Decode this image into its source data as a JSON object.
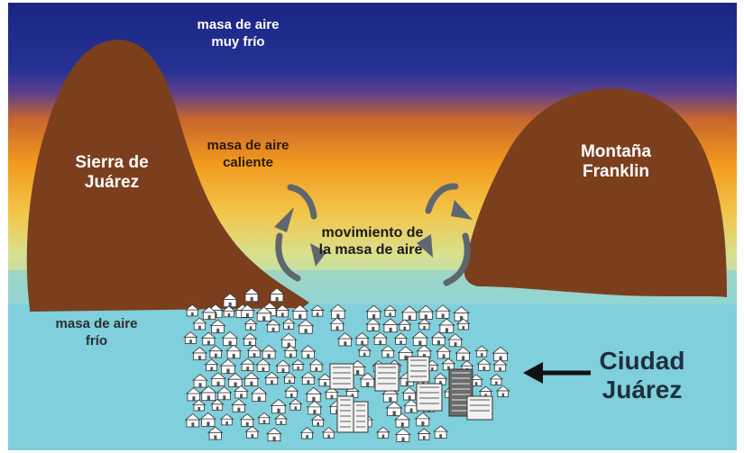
{
  "labels": {
    "cold_air_top_line1": "masa de aire",
    "cold_air_top_line2": "muy frío",
    "warm_air_line1": "masa de aire",
    "warm_air_line2": "caliente",
    "sierra_line1": "Sierra de",
    "sierra_line2": "Juárez",
    "franklin_line1": "Montaña",
    "franklin_line2": "Franklin",
    "movement_line1": "movimiento de",
    "movement_line2": "la masa de aire",
    "cold_air_bottom_line1": "masa de aire",
    "cold_air_bottom_line2": "frío",
    "city_line1": "Ciudad",
    "city_line2": "Juárez"
  },
  "colors": {
    "sky_top": "#1f2b8c",
    "sky_purple": "#5a3f8f",
    "sky_orange": "#f29a1e",
    "sky_yellow": "#f2cf5a",
    "sky_lower": "#8ed3d3",
    "valley_cyan": "#7fcfdc",
    "mountain": "#7b3f1e",
    "arrows": "#5e6670",
    "pointer": "#111111"
  }
}
